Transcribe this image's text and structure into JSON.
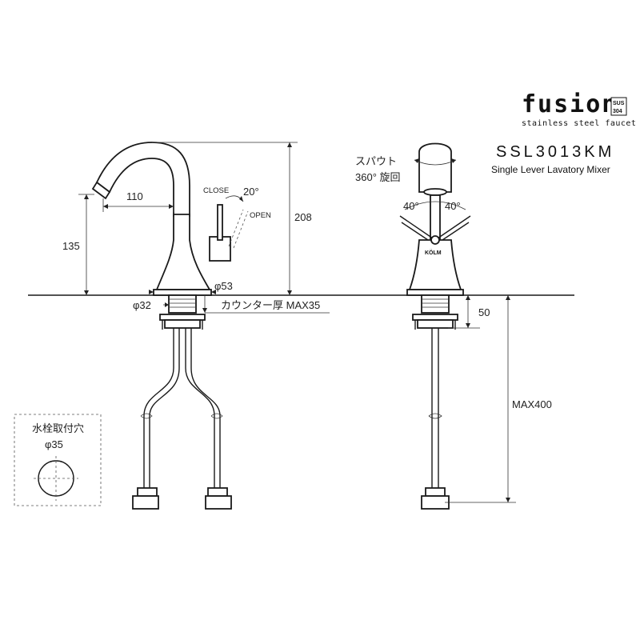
{
  "brand": {
    "name": "fusion",
    "badge_top": "SUS",
    "badge_bottom": "304",
    "tagline": "stainless steel faucet",
    "model": "SSL3013KM",
    "description": "Single Lever Lavatory Mixer"
  },
  "side_view": {
    "spout_reach": "110",
    "spout_height": "135",
    "total_height": "208",
    "close_label": "CLOSE",
    "open_label": "OPEN",
    "lever_angle": "20°",
    "base_diameter": "φ53",
    "shank_diameter": "φ32",
    "counter_thickness": "カウンター厚 MAX35"
  },
  "front_view": {
    "spout_rotation_line1": "スパウト",
    "spout_rotation_line2": "360°  旋回",
    "angle_left": "40°",
    "angle_right": "40°",
    "logo": "KÖLM",
    "shank_length": "50",
    "hose_length": "MAX400"
  },
  "mount_hole": {
    "label": "水栓取付穴",
    "diameter": "φ35"
  }
}
